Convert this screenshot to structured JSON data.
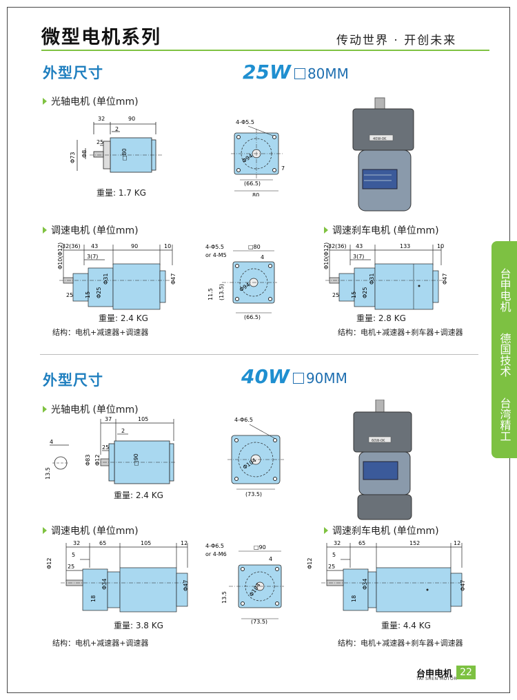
{
  "header": {
    "title": "微型电机系列",
    "slogan": "传动世界 · 开创未来"
  },
  "side_tab": {
    "line1": "台申电机",
    "line2": "德国技术",
    "line3": "台湾精工"
  },
  "footer": {
    "brand": "台申电机",
    "brand_en": "TAI SHEN MOTOR",
    "page": "22"
  },
  "sections": [
    {
      "title": "外型尺寸",
      "power": "25W",
      "frame_size": "80MM",
      "shaft": {
        "label": "光轴电机 (单位mm)",
        "weight": "重量: 1.7 KG",
        "dims": {
          "d1": "32",
          "d2": "90",
          "d3": "2",
          "d4": "25",
          "phi_a": "Φ73",
          "phi_b": "Φ8",
          "sq": "□80",
          "holes": "4-Φ5.5",
          "pcd": "Φ94",
          "w1": "(66.5)",
          "w2": "80",
          "k": "7"
        }
      },
      "speed": {
        "label": "调速电机 (单位mm)",
        "weight": "重量: 2.4 KG",
        "structure": "结构：电机+减速器+调速器",
        "dims": {
          "phi_a": "Φ10(Φ12)",
          "d1": "32(36)",
          "d2": "43",
          "d3": "90",
          "d4": "10",
          "d5": "3(7)",
          "d6": "25",
          "d7": "15",
          "phi_b": "Φ25",
          "phi_c": "Φ31",
          "phi_d": "Φ47",
          "holes": "4-Φ5.5",
          "holes_alt": "or 4-M5",
          "sq": "□80",
          "k": "4",
          "h": "11.5",
          "h2": "(13.5)",
          "pcd": "Φ94",
          "w1": "(66.5)"
        }
      },
      "brake": {
        "label": "调速刹车电机 (单位mm)",
        "weight": "重量: 2.8 KG",
        "structure": "结构：电机+减速器+刹车器+调速器",
        "dims": {
          "phi_a": "Φ10(Φ12)",
          "d1": "32(36)",
          "d2": "43",
          "d3": "133",
          "d4": "10",
          "d5": "3(7)",
          "d6": "25",
          "d7": "15",
          "phi_b": "Φ25",
          "phi_c": "Φ31",
          "phi_d": "Φ47"
        }
      }
    },
    {
      "title": "外型尺寸",
      "power": "40W",
      "frame_size": "90MM",
      "shaft": {
        "label": "光轴电机 (单位mm)",
        "weight": "重量: 2.4 KG",
        "dims": {
          "d1": "37",
          "d2": "105",
          "d3": "2",
          "d4": "25",
          "k": "4",
          "h": "13.5",
          "phi_a": "Φ83",
          "phi_b": "Φ12",
          "sq": "□90",
          "holes": "4-Φ6.5",
          "pcd": "Φ104",
          "w1": "(73.5)"
        }
      },
      "speed": {
        "label": "调速电机 (单位mm)",
        "weight": "重量: 3.8 KG",
        "structure": "结构：电机+减速器+调速器",
        "dims": {
          "phi_a": "Φ12",
          "d1": "32",
          "d2": "65",
          "d3": "105",
          "d4": "12",
          "d5": "5",
          "d6": "25",
          "d7": "18",
          "phi_c": "Φ34",
          "phi_d": "Φ47",
          "holes": "4-Φ6.5",
          "holes_alt": "or 4-M6",
          "sq": "□90",
          "k": "4",
          "h": "13.5",
          "pcd": "Φ104",
          "w1": "(73.5)"
        }
      },
      "brake": {
        "label": "调速刹车电机 (单位mm)",
        "weight": "重量: 4.4 KG",
        "structure": "结构：电机+减速器+刹车器+调速器",
        "dims": {
          "phi_a": "Φ12",
          "d1": "32",
          "d2": "65",
          "d3": "152",
          "d4": "12",
          "d5": "5",
          "d6": "25",
          "d7": "18",
          "phi_c": "Φ34",
          "phi_d": "Φ47"
        }
      }
    }
  ],
  "photo_labels": {
    "p1": "40W-0K",
    "p2": "60W-0K"
  },
  "colors": {
    "accent_green": "#7dc142",
    "title_blue": "#1f7fbf",
    "motor_blue": "#a9d8f0"
  }
}
